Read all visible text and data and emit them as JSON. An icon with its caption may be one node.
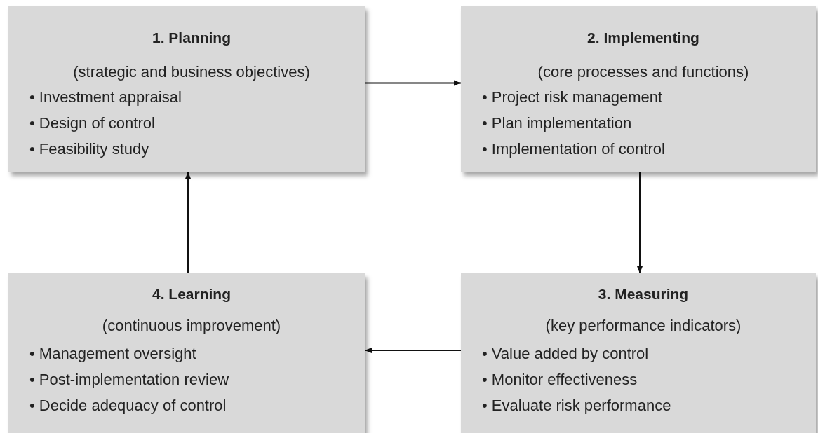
{
  "diagram": {
    "nodes": [
      {
        "text": [
          "1. Planning",
          "(strategic and business objectives)",
          "• Investment appraisal",
          "• Design of control",
          "• Feasibility study"
        ]
      },
      {
        "text": [
          "2. Implementing",
          "(core processes and functions)",
          "• Project risk management",
          "• Plan implementation",
          "• Implementation of control"
        ]
      },
      {
        "text": [
          "3. Measuring",
          "(key performance indicators)",
          "• Value added by control",
          "• Monitor effectiveness",
          "• Evaluate risk performance"
        ]
      },
      {
        "text": [
          "4. Learning",
          "(continuous improvement)",
          "• Management oversight",
          "• Post-implementation review",
          "• Decide adequacy of control"
        ]
      }
    ],
    "edges": [
      {
        "from": 0,
        "to": 1,
        "arrow": "to"
      },
      {
        "from": 1,
        "to": 2,
        "arrow": "to"
      },
      {
        "from": 2,
        "to": 3,
        "arrow": "to"
      },
      {
        "from": 3,
        "to": 0,
        "arrow": "to"
      }
    ]
  }
}
